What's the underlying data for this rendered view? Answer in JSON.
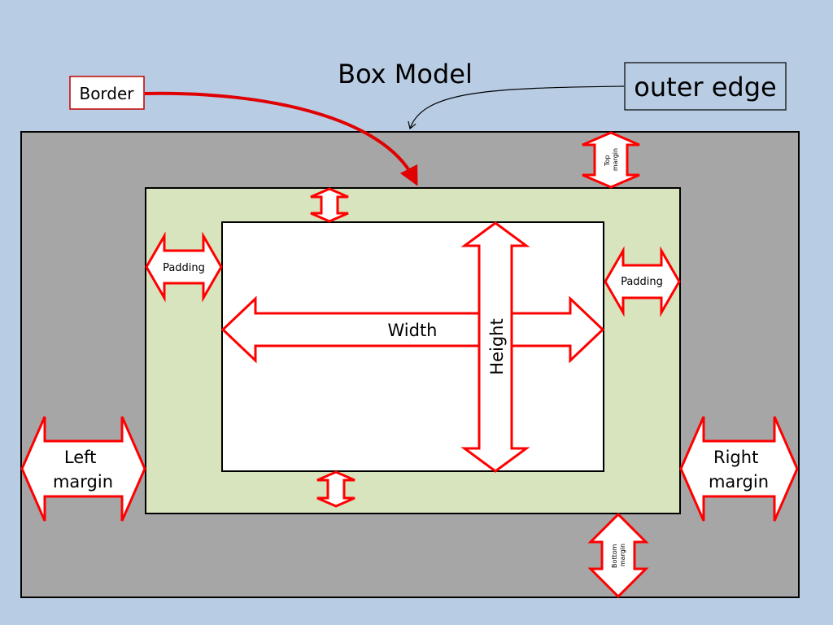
{
  "title": "Box Model",
  "callouts": {
    "border": "Border",
    "outer_edge": "outer edge"
  },
  "labels": {
    "top_margin": [
      "Top",
      "margin"
    ],
    "bottom_margin": [
      "Bottom",
      "margin"
    ],
    "padding_left": "Padding",
    "padding_right": "Padding",
    "width": "Width",
    "height": "Height",
    "left_margin": [
      "Left",
      "margin"
    ],
    "right_margin": [
      "Right",
      "margin"
    ]
  },
  "colors": {
    "background": "#b8cce4",
    "margin_area": "#a6a6a6",
    "padding_area": "#d7e4bd",
    "content_area": "#ffffff",
    "arrow_stroke": "#ff0000",
    "callout_border_stroke": "#c00000",
    "outline": "#000000"
  }
}
